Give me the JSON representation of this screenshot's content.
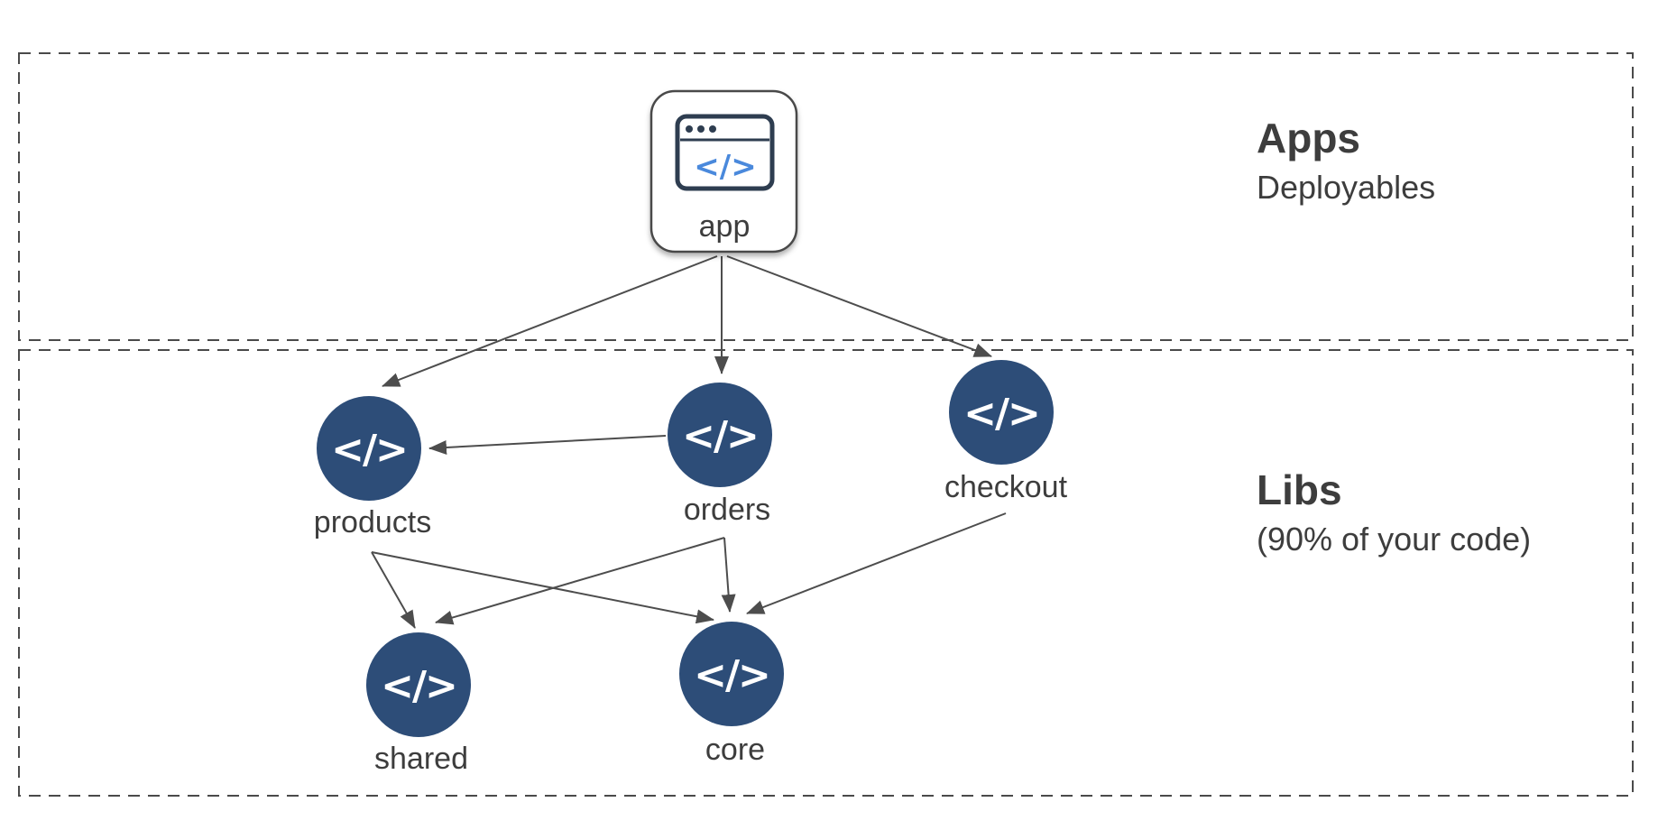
{
  "diagram": {
    "sections": [
      {
        "id": "apps",
        "title": "Apps",
        "subtitle": "Deployables"
      },
      {
        "id": "libs",
        "title": "Libs",
        "subtitle": "(90% of your code)"
      }
    ],
    "app_node": {
      "label": "app",
      "icon": "browser-code-icon",
      "icon_glyph": "</>"
    },
    "lib_nodes": [
      {
        "id": "products",
        "label": "products"
      },
      {
        "id": "orders",
        "label": "orders"
      },
      {
        "id": "checkout",
        "label": "checkout"
      },
      {
        "id": "shared",
        "label": "shared"
      },
      {
        "id": "core",
        "label": "core"
      }
    ],
    "node_glyph": "</>",
    "edges": [
      {
        "from": "app",
        "to": "products"
      },
      {
        "from": "app",
        "to": "orders"
      },
      {
        "from": "app",
        "to": "checkout"
      },
      {
        "from": "orders",
        "to": "products"
      },
      {
        "from": "products",
        "to": "shared"
      },
      {
        "from": "products",
        "to": "core"
      },
      {
        "from": "orders",
        "to": "shared"
      },
      {
        "from": "orders",
        "to": "core"
      },
      {
        "from": "checkout",
        "to": "core"
      }
    ],
    "colors": {
      "background": "#ffffff",
      "node_fill": "#2d4d78",
      "node_glyph": "#ffffff",
      "edge": "#4d4d4d",
      "box_border": "#4a4a4a",
      "text": "#3d3d3d",
      "app_icon_border": "#2e3d50",
      "app_icon_code": "#4a89dc"
    }
  }
}
